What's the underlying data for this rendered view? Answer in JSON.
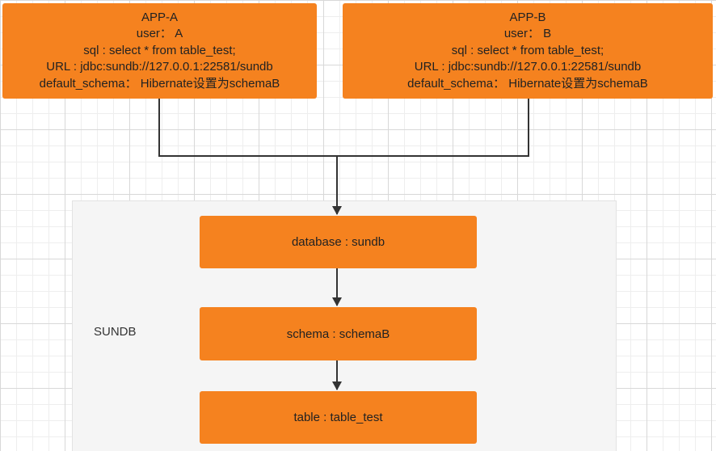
{
  "colors": {
    "box_fill": "#f5821f",
    "container_fill": "#f5f5f5",
    "line": "#333333",
    "grid": "#d8d8d8"
  },
  "apps": [
    {
      "title": "APP-A",
      "user": "user： A",
      "sql": "sql : select * from table_test;",
      "url": "URL : jdbc:sundb://127.0.0.1:22581/sundb",
      "default_schema": "default_schema： Hibernate设置为schemaB"
    },
    {
      "title": "APP-B",
      "user": "user： B",
      "sql": "sql : select * from table_test;",
      "url": "URL : jdbc:sundb://127.0.0.1:22581/sundb",
      "default_schema": "default_schema： Hibernate设置为schemaB"
    }
  ],
  "container": {
    "label": "SUNDB"
  },
  "stack": {
    "database": "database : sundb",
    "schema": "schema : schemaB",
    "table": "table : table_test"
  }
}
